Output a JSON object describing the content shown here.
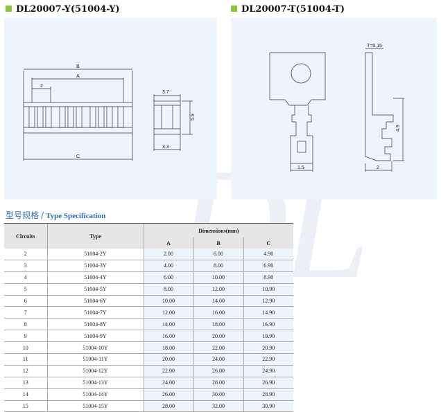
{
  "headers": {
    "left_title": "DL20007-Y(51004-Y)",
    "right_title": "DL20007-T(51004-T)"
  },
  "drawing_left": {
    "dim_b": "B",
    "dim_a": "A",
    "dim_c": "C",
    "dim_2": "2",
    "dim_3_7": "3.7",
    "dim_5_9": "5.9",
    "dim_3_3": "3.3"
  },
  "drawing_right": {
    "dim_t": "T=0.15",
    "dim_4_9": "4.9",
    "dim_1_5": "1.5",
    "dim_2": "2"
  },
  "spec_section": {
    "title_cn": "型号规格",
    "separator": "/",
    "title_en": "Type Specification"
  },
  "watermark": "DL",
  "table": {
    "col_circuits": "Circuits",
    "col_type": "Type",
    "col_dimensions": "Dimensions(mm)",
    "col_a": "A",
    "col_b": "B",
    "col_c": "C",
    "rows": [
      [
        "2",
        "51004-2Y",
        "2.00",
        "6.00",
        "4.90"
      ],
      [
        "3",
        "51004-3Y",
        "4.00",
        "8.00",
        "6.90"
      ],
      [
        "4",
        "51004-4Y",
        "6.00",
        "10.00",
        "8.90"
      ],
      [
        "5",
        "51004-5Y",
        "8.00",
        "12.00",
        "10.90"
      ],
      [
        "6",
        "51004-6Y",
        "10.00",
        "14.00",
        "12.90"
      ],
      [
        "7",
        "51004-7Y",
        "12.00",
        "16.00",
        "14.90"
      ],
      [
        "8",
        "51004-8Y",
        "14.00",
        "18.00",
        "16.90"
      ],
      [
        "9",
        "51004-9Y",
        "16.00",
        "20.00",
        "18.90"
      ],
      [
        "10",
        "51004-10Y",
        "18.00",
        "22.00",
        "20.90"
      ],
      [
        "11",
        "51004-11Y",
        "20.00",
        "24.00",
        "22.90"
      ],
      [
        "12",
        "51004-12Y",
        "22.00",
        "26.00",
        "24.90"
      ],
      [
        "13",
        "51004-13Y",
        "24.00",
        "28.00",
        "26.90"
      ],
      [
        "14",
        "51004-14Y",
        "26.00",
        "30.00",
        "28.90"
      ],
      [
        "15",
        "51004-15Y",
        "28.00",
        "32.00",
        "30.90"
      ]
    ]
  },
  "colors": {
    "accent_square": "#8cc63f",
    "title_blue": "#2a6fb5",
    "panel_bg": "#eef4fb"
  }
}
